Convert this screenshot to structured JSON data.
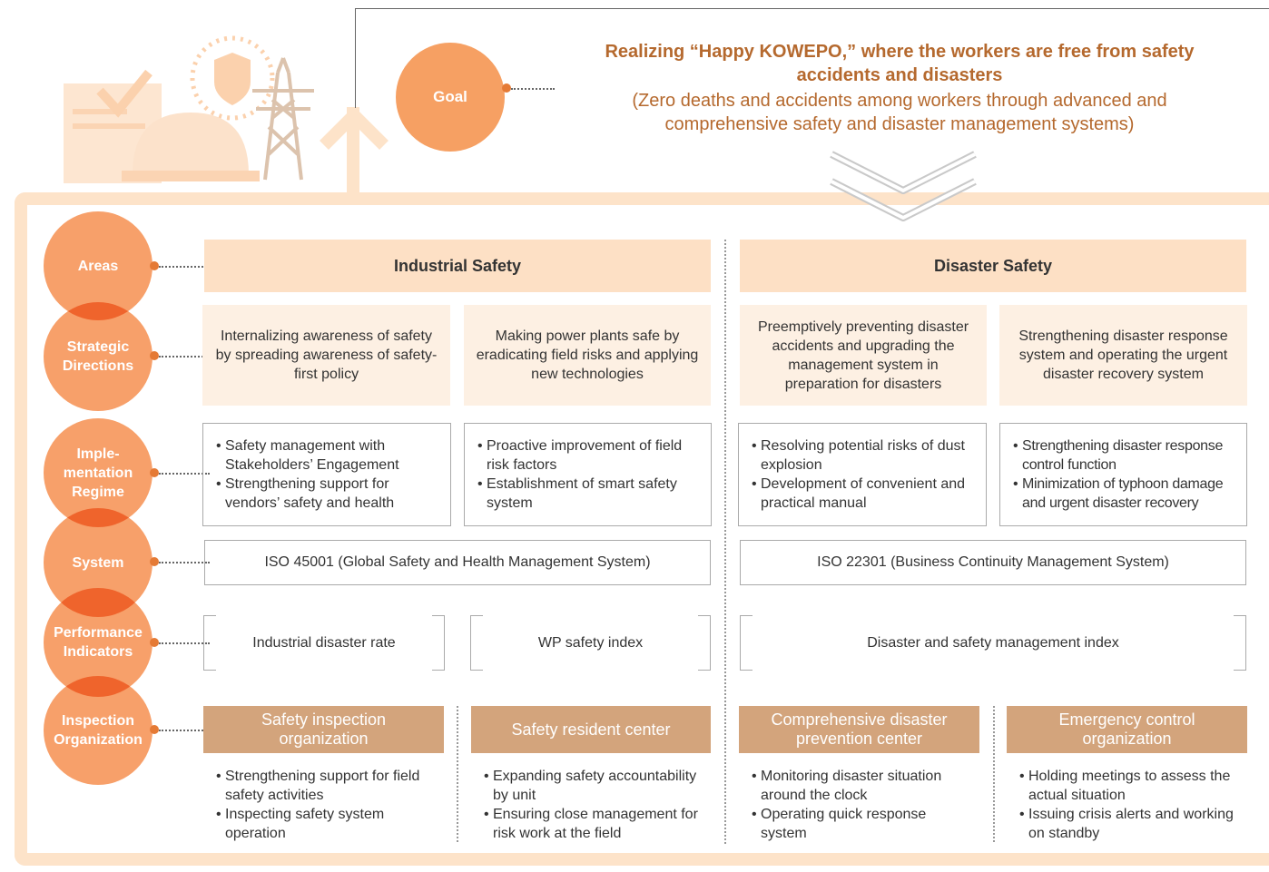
{
  "goal": {
    "label": "Goal",
    "title": "Realizing “Happy KOWEPO,” where the workers are free from safety accidents and disasters",
    "subtitle": "(Zero deaths and accidents among workers through advanced and comprehensive safety and disaster management systems)"
  },
  "rows": {
    "areas": "Areas",
    "strategic": "Strategic Directions",
    "implementation": "Imple- mentation Regime",
    "system": "System",
    "performance": "Performance Indicators",
    "inspection": "Inspection Organization"
  },
  "areas": {
    "industrial": "Industrial Safety",
    "disaster": "Disaster Safety"
  },
  "directions": [
    "Internalizing awareness of safety by spreading awareness of safety-first policy",
    "Making power plants safe by eradicating field risks and applying new technologies",
    "Preemptively preventing disaster accidents and upgrading the management system in preparation for disasters",
    "Strengthening disaster response system and operating the urgent disaster recovery system"
  ],
  "implementation": [
    [
      "Safety management with Stakeholders’ Engagement",
      "Strengthening support for vendors’ safety and health"
    ],
    [
      "Proactive improvement of field risk factors",
      "Establishment of smart safety system"
    ],
    [
      "Resolving potential risks of dust explosion",
      "Development of convenient and practical manual"
    ],
    [
      "Strengthening disaster response control function",
      "Minimization of typhoon damage and urgent disaster recovery"
    ]
  ],
  "systems": {
    "industrial": "ISO 45001 (Global Safety and Health Management System)",
    "disaster": "ISO 22301 (Business Continuity Management System)"
  },
  "indicators": {
    "industrial_rate": "Industrial disaster rate",
    "wp_index": "WP safety index",
    "disaster_index": "Disaster and safety management index"
  },
  "inspection": [
    {
      "title": "Safety inspection organization",
      "items": [
        "Strengthening support for field safety activities",
        "Inspecting safety system operation"
      ]
    },
    {
      "title": "Safety resident center",
      "items": [
        "Expanding safety accountability by unit",
        "Ensuring close management for risk work at the field"
      ]
    },
    {
      "title": "Comprehensive disaster prevention center",
      "items": [
        "Monitoring disaster situation around the clock",
        "Operating quick response system"
      ]
    },
    {
      "title": "Emergency control organization",
      "items": [
        "Holding meetings to assess the actual situation",
        "Issuing crisis alerts and working on standby"
      ]
    }
  ],
  "colors": {
    "accent": "#f6a063",
    "frame": "#fde3c9",
    "area_fill": "#fde0c5",
    "direction_fill": "#fdf0e3",
    "inspection_fill": "#d3a47c",
    "goal_text": "#b5692e"
  },
  "icons": [
    "checklist-icon",
    "shield-icon",
    "helmet-icon",
    "power-tower-icon",
    "chevron-down-icon"
  ]
}
